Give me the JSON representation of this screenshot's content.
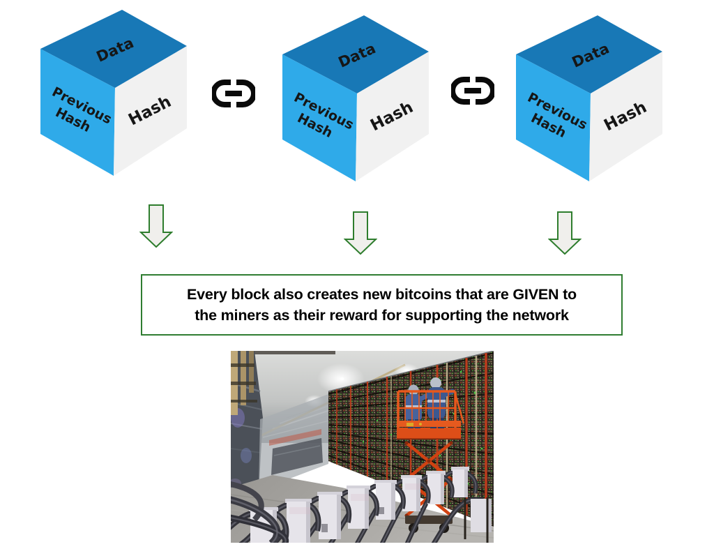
{
  "blockchain": {
    "blocks": [
      {
        "faces": {
          "top": "Data",
          "left": [
            "Previous",
            "Hash"
          ],
          "right": "Hash"
        }
      },
      {
        "faces": {
          "top": "Data",
          "left": [
            "Previous",
            "Hash"
          ],
          "right": "Hash"
        }
      },
      {
        "faces": {
          "top": "Data",
          "left": [
            "Previous",
            "Hash"
          ],
          "right": "Hash"
        }
      }
    ],
    "face_colors": {
      "top": "#1878b6",
      "left": "#2faae9",
      "right": "#f1f1f1"
    },
    "link_icon": "chain-link-icon",
    "link_color": "#0a0a0a"
  },
  "arrows": {
    "icon": "down-arrow-icon",
    "count": 3,
    "outline_color": "#2e7d2d",
    "fill_color": "#f0efec"
  },
  "caption": {
    "lines": [
      "Every block also creates new bitcoins that are GIVEN to",
      "the miners as their reward for supporting the network"
    ],
    "border_color": "#2f7d31",
    "text_color": "#000000"
  },
  "photo": {
    "name": "bitcoin-mining-farm-photo",
    "accent_colors": {
      "lift_orange": "#e0511c",
      "led_green": "#4fae3e",
      "worker_blue": "#47639c"
    }
  }
}
